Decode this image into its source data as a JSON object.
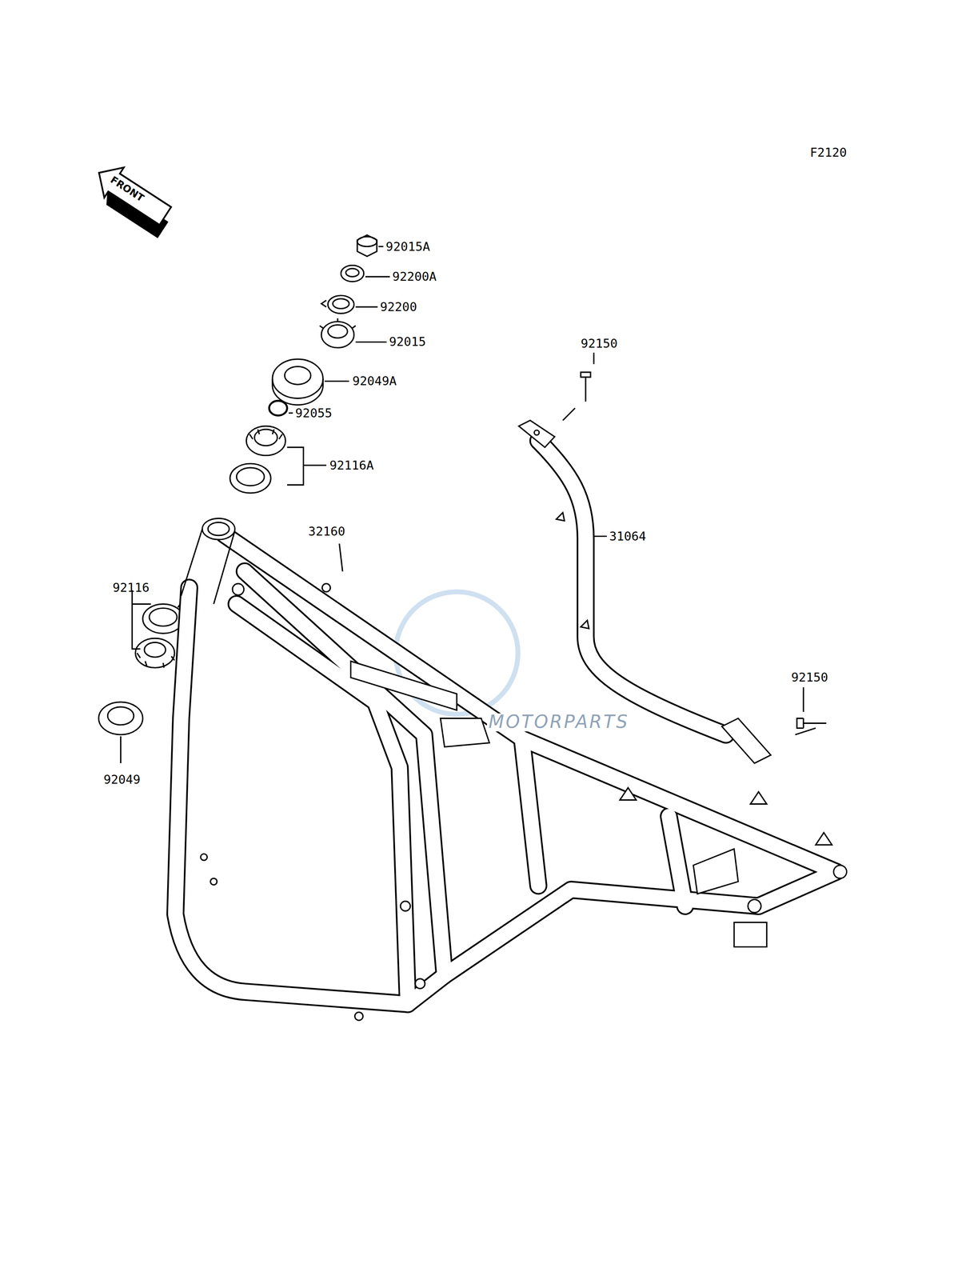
{
  "diagram": {
    "labels": [
      "F2120",
      "FRONT",
      "92015A",
      "92200A",
      "92200",
      "92015",
      "92150",
      "92049A",
      "92055",
      "92116A",
      "32160",
      "31064",
      "92116",
      "92150",
      "MOTORPARTS",
      "92049"
    ]
  }
}
